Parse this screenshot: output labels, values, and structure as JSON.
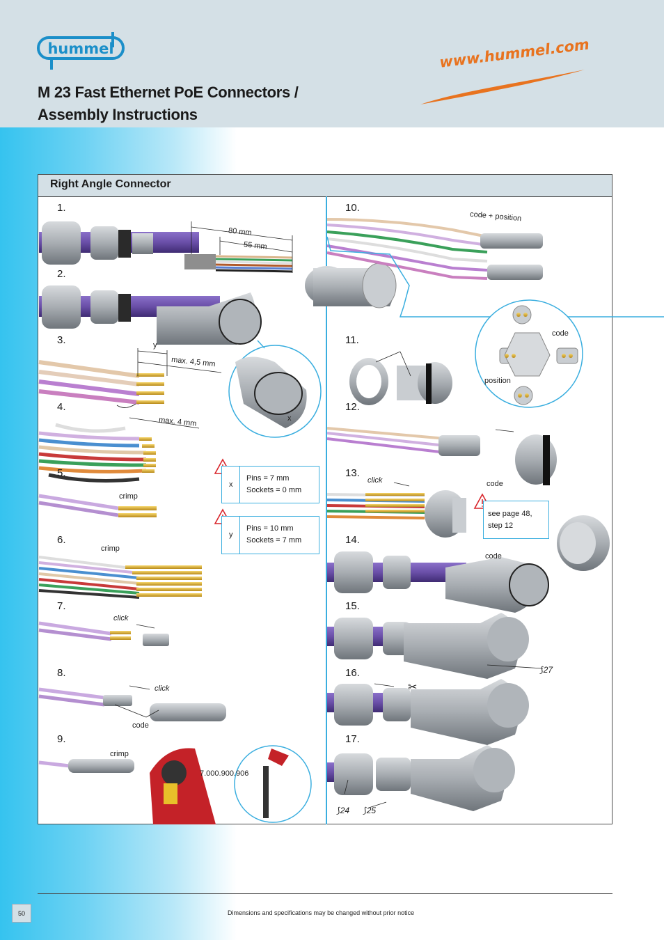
{
  "header": {
    "logo_text": "hummel",
    "title_line1": "M 23 Fast Ethernet PoE Connectors /",
    "title_line2": "Assembly Instructions",
    "website": "www.hummel.com"
  },
  "panel": {
    "title": "Right Angle Connector"
  },
  "steps": [
    "1.",
    "2.",
    "3.",
    "4.",
    "5.",
    "6.",
    "7.",
    "8.",
    "9.",
    "10.",
    "11.",
    "12.",
    "13.",
    "14.",
    "15.",
    "16.",
    "17."
  ],
  "labels": {
    "dim_80": "80 mm",
    "dim_55": "55 mm",
    "y": "y",
    "x": "x",
    "max_45": "max. 4,5 mm",
    "max_4": "max. 4 mm",
    "crimp": "crimp",
    "click": "click",
    "code": "code",
    "code_position": "code + position",
    "position": "position",
    "tool_number": "7.000.900.906",
    "wrench_27": "27",
    "wrench_24": "24",
    "wrench_25": "25"
  },
  "notes": {
    "x_note": {
      "key": "x",
      "line1": "Pins = 7 mm",
      "line2": "Sockets = 0 mm"
    },
    "y_note": {
      "key": "y",
      "line1": "Pins = 10 mm",
      "line2": "Sockets = 7 mm"
    },
    "see_note": {
      "line1": "see page 48,",
      "line2": "step 12"
    }
  },
  "footer": {
    "page_number": "50",
    "disclaimer": "Dimensions and specifications may be changed without prior notice"
  },
  "colors": {
    "header_bg": "#d4e0e6",
    "accent_blue": "#3aaedf",
    "brand_blue": "#1b8fc9",
    "url_orange": "#e8731f",
    "warning_red": "#d9262c",
    "cable_purple": "#6a4fa8"
  }
}
